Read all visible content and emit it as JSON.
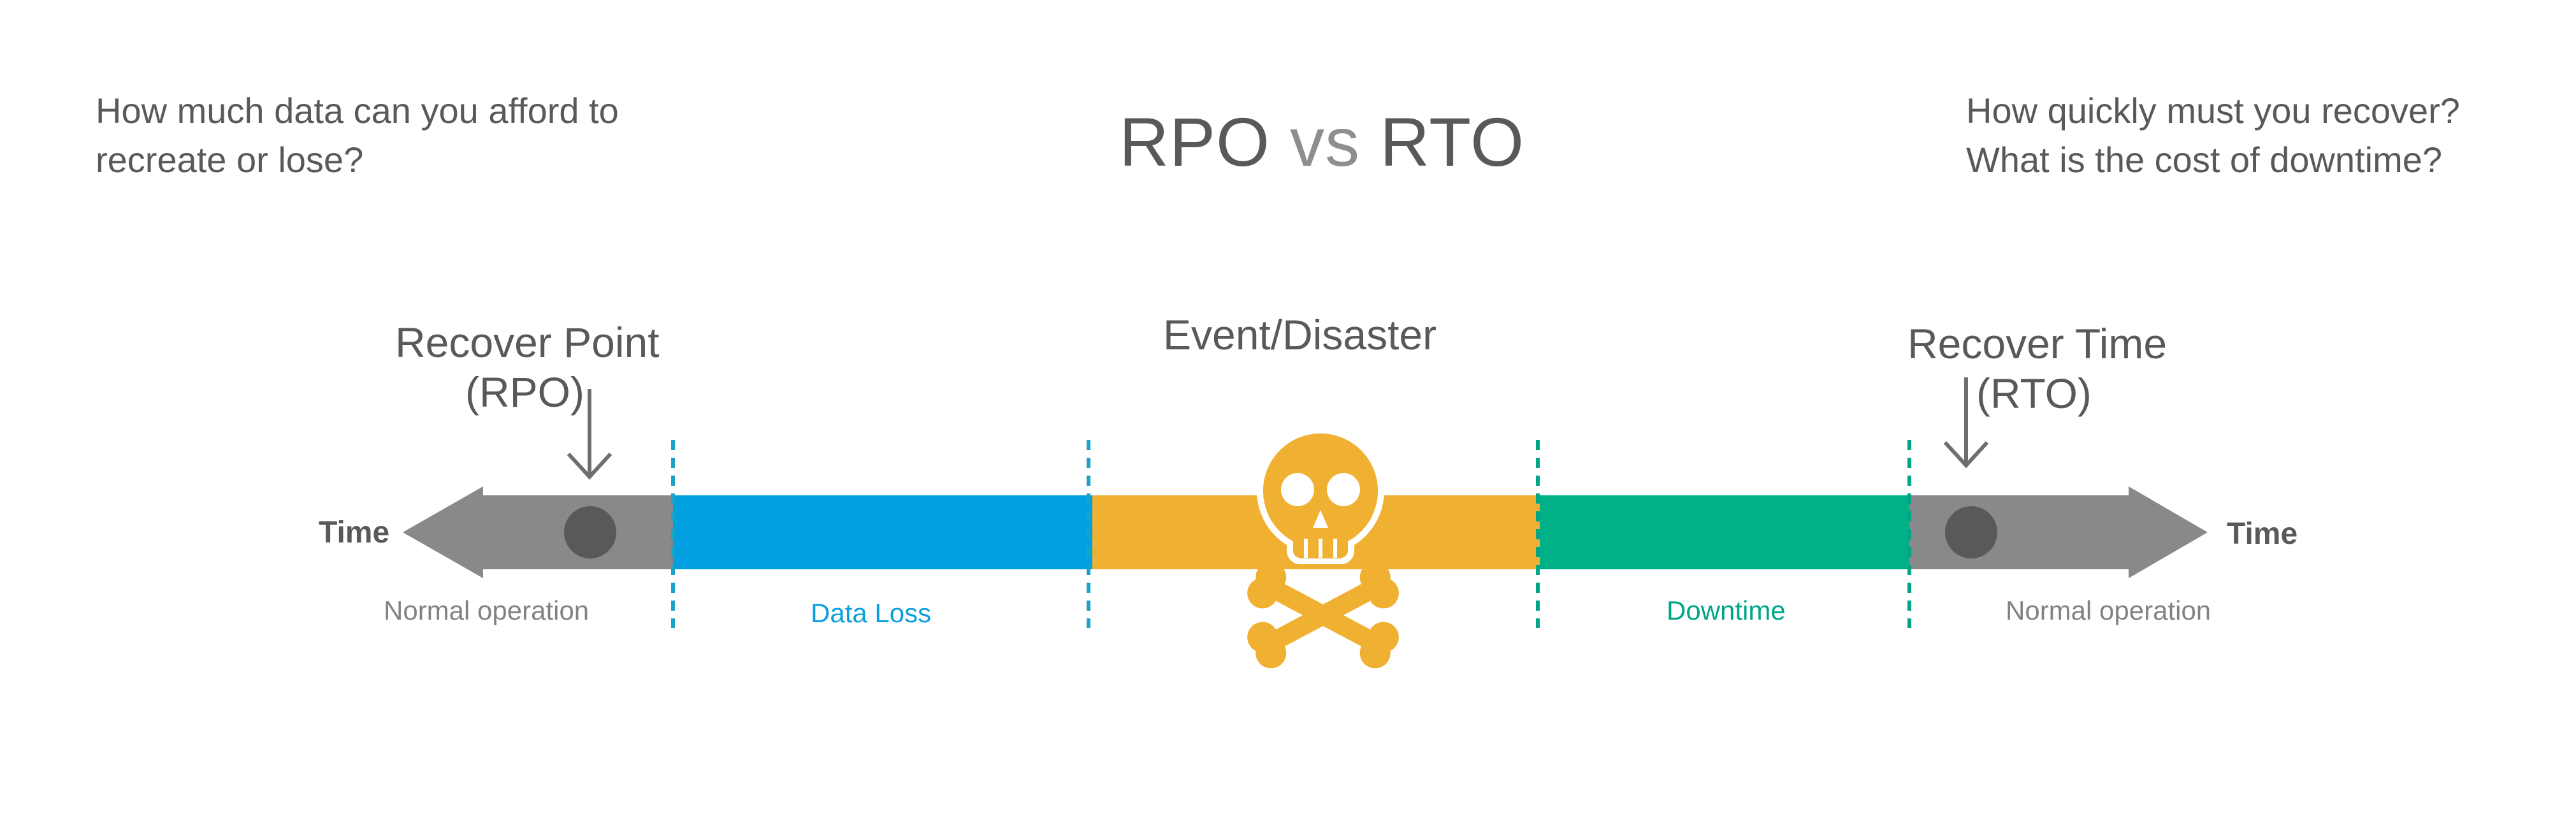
{
  "title": {
    "left": "RPO",
    "middle": "vs",
    "right": "RTO"
  },
  "left_question": [
    "How much data can you afford to",
    "recreate or lose?"
  ],
  "right_question": [
    "How quickly must you recover?",
    "What is the cost of downtime?"
  ],
  "event_label": "Event/Disaster",
  "rpo_label": [
    "Recover Point",
    "(RPO)"
  ],
  "rto_label": [
    "Recover Time",
    "(RTO)"
  ],
  "time_left": "Time",
  "time_right": "Time",
  "segments": {
    "normal_left": "Normal operation",
    "data_loss": "Data Loss",
    "downtime": "Downtime",
    "normal_right": "Normal operation"
  },
  "colors": {
    "gray": "#87898b",
    "blue": "#00a0e1",
    "orange": "#f0b132",
    "green": "#00b086",
    "dot": "#58595b",
    "divider": "#1aa3c7"
  }
}
